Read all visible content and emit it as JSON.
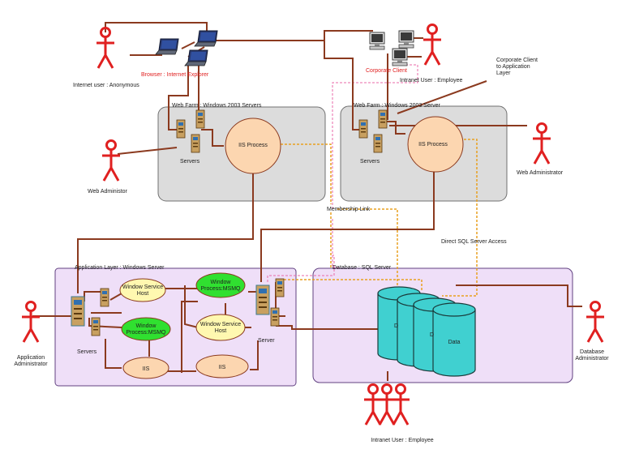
{
  "labels": {
    "internet_user": "Internet user : Anonymous",
    "browser": "Browser : Internet Explorer",
    "corporate_client": "Corporate Client",
    "intranet_user_top": "Intranet User : Employee",
    "corp_client_app_layer_1": "Corporate Client",
    "corp_client_app_layer_2": "to Application",
    "corp_client_app_layer_3": "Layer",
    "web_farm_left": "Web Farm : Windows 2003 Servers",
    "web_farm_right": "Web Farm : Windows 2003 Server",
    "servers_left": "Servers",
    "servers_right": "Servers",
    "iis_process_left": "IIS Process",
    "iis_process_right": "IIS Process",
    "web_administor": "Web Administor",
    "web_administrator": "Web Administrator",
    "membership_link": "Membership Link",
    "direct_sql": "Direct SQL Server Access",
    "app_layer": "Application Layer : Windows Server",
    "database_layer": "Database : SQL Server",
    "window_service_host_1a": "Window Service",
    "window_service_host_1b": "Host",
    "window_process_msmq_1a": "Window",
    "window_process_msmq_1b": "Process:MSMQ",
    "window_service_host_2a": "Window Service",
    "window_service_host_2b": "Host",
    "window_process_msmq_2a": "Window",
    "window_process_msmq_2b": "Process:MSMQ",
    "iis_left": "IIS",
    "iis_right": "IIS",
    "servers_app_left": "Servers",
    "server_app_right": "Server",
    "app_admin_1": "Application",
    "app_admin_2": "Administrator",
    "db_1": "D",
    "db_2": "D",
    "db_data": "Data",
    "db_admin_1": "Database",
    "db_admin_2": "Administrator",
    "intranet_user_bottom": "Intranet User : Employee"
  },
  "colors": {
    "connector": "#8b3a1f",
    "accent_link": "#e8a020",
    "membership_link": "#e868a8",
    "actor": "#e02020",
    "gray_zone": "#dcdcdc",
    "purple_zone": "#efdff8",
    "process_fill": "#fcd6b0",
    "service_fill": "#fff8b0",
    "msmq_fill": "#30e030",
    "db_fill": "#40d0d0",
    "red_text": "#e02020"
  }
}
